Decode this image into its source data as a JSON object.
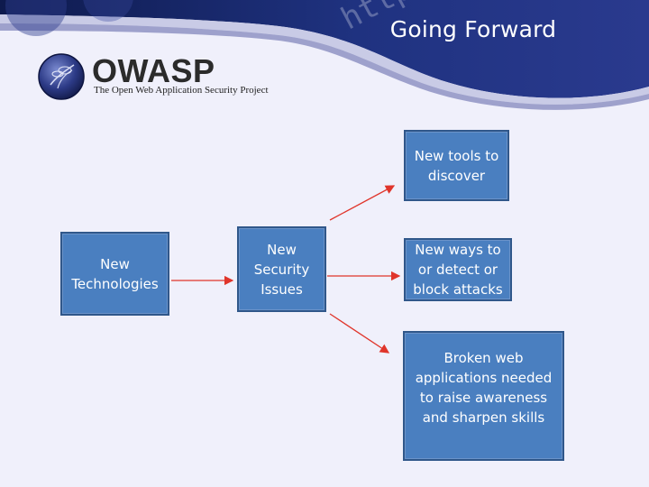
{
  "slide": {
    "title": "Going Forward",
    "watermark": "https://"
  },
  "logo": {
    "name": "OWASP",
    "tagline": "The Open Web Application Security Project"
  },
  "diagram": {
    "source": "New\nTechnologies",
    "middle": "New\nSecurity\nIssues",
    "outcomes": [
      "New tools to\ndiscover",
      "New ways to\nor detect or\nblock attacks",
      "Broken web\napplications needed\nto raise awareness\nand sharpen skills"
    ]
  },
  "colors": {
    "header": "#1d2d6e",
    "box_fill": "#4a7fc0",
    "box_border": "#30578a",
    "arrow": "#e0352b"
  }
}
